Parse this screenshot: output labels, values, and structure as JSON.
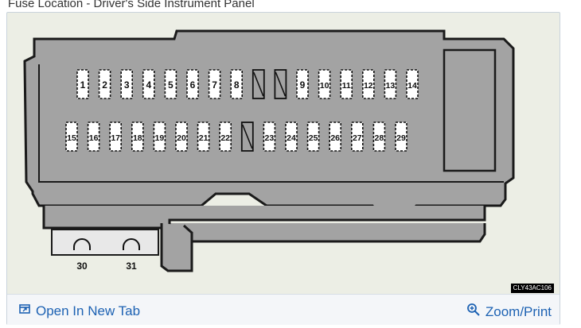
{
  "caption": "Fuse Location - Driver's Side Instrument Panel",
  "diagram": {
    "fuses_row1": [
      "1",
      "2",
      "3",
      "4",
      "5",
      "6",
      "7",
      "8",
      "",
      "",
      "9",
      "10",
      "11",
      "12",
      "13",
      "14"
    ],
    "fuses_row2": [
      "15",
      "16",
      "17",
      "18",
      "19",
      "20",
      "21",
      "22",
      "",
      "23",
      "24",
      "25",
      "26",
      "27",
      "28",
      "29"
    ],
    "bottom_fuses": [
      "30",
      "31"
    ],
    "image_code": "CLY43AC106"
  },
  "toolbar": {
    "open_label": "Open In New Tab",
    "zoom_label": "Zoom/Print"
  },
  "colors": {
    "link": "#1d62b3",
    "box_fill": "#a3a3a3",
    "background": "#eceee5"
  }
}
